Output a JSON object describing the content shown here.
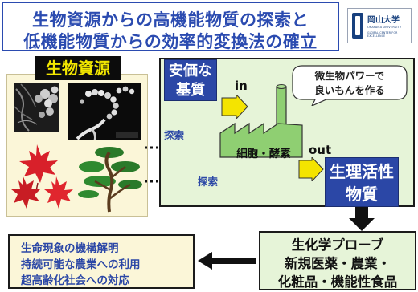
{
  "title": {
    "line1": "生物資源からの高機能物質の探索と",
    "line2": "低機能物質からの効率的変換法の確立"
  },
  "logo": {
    "name_jp": "岡山大学",
    "name_en": "OKAYAMA UNIVERSITY",
    "sub_en": "GLOBAL CENTER FOR EXCELLENCE"
  },
  "bio_resources": {
    "header": "生物資源",
    "images": [
      "spore-micrograph",
      "hyphae-micrograph",
      "red-maple-leaves",
      "pine-bonsai"
    ]
  },
  "process": {
    "substrate_label_line1": "安価な",
    "substrate_label_line2": "基質",
    "in_label": "in",
    "out_label": "out",
    "bubble_line1": "微生物パワーで",
    "bubble_line2": "良いもんを作る",
    "factory_label": "細胞・酵素",
    "product_label_line1": "生理活性",
    "product_label_line2": "物質",
    "search_label_1": "探索",
    "search_label_2": "探索"
  },
  "outcomes": {
    "left_lines": [
      "生命現象の機構解明",
      "持続可能な農業への利用",
      "超高齢化社会への対応"
    ],
    "right_lines": [
      "生化学プローブ",
      "新規医薬・農業・",
      "化粧品・機能性食品"
    ]
  },
  "colors": {
    "title_blue": "#2b4bb0",
    "label_blue": "#2b47a6",
    "panel_yellow": "#fbf6d8",
    "panel_green": "#e6f4d8",
    "factory_green": "#8fcf72",
    "arrow_yellow": "#f4e400",
    "header_text_yellow": "#f2e600"
  }
}
